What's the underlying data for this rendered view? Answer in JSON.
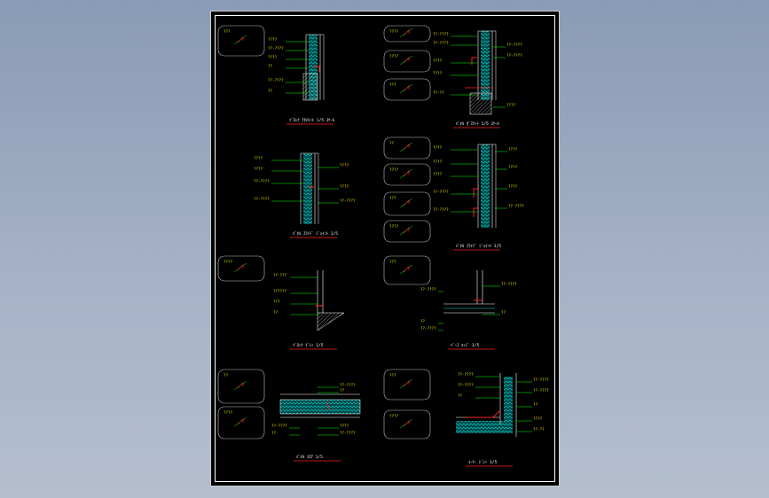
{
  "sheet": {
    "background": "#000000",
    "frame_color": "#ffffff"
  },
  "colors": {
    "insulation": "#00d8d8",
    "wall_line": "#ffffff",
    "leader": "#00ff00",
    "label": "#e8e800",
    "sealant": "#ff2020",
    "caption_underline": "#ff2020",
    "key_box": "#c0c0c0"
  },
  "captions": [
    "ﾌﾞﾛｯｸ ｱﾀﾁﾒﾝﾄ 1/5 ｽｹｰﾙ",
    "ﾊﾟﾈﾙ ｶﾞｽｹｯﾄ 1/5 ｽｹｰﾙ",
    "ﾊﾟﾈﾙ ｽﾗｲﾄﾞ ｼﾞｮｲﾝﾄ 1/5",
    "ﾊﾟﾈﾙ ｽﾗｲﾄﾞ ｼﾞｮｲﾝﾄ 1/5",
    "ﾌﾞﾛｯｸ ﾄﾞﾚﾝ 1/5",
    "ﾍﾞｰｽ ｴｯｼﾞ 1/5",
    "ﾊﾟﾈﾙ ﾌﾛｱ 1/5",
    "ｺｰﾅｰ ﾄﾞﾚﾝ 1/5"
  ],
  "labels": {
    "d1": [
      "????",
      "??-????",
      "????",
      "??",
      "??-????",
      "??"
    ],
    "d2": [
      "??-????",
      "??-????",
      "????",
      "????",
      "??-??",
      "??"
    ],
    "d3": [
      "????",
      "????",
      "??-????",
      "??-????",
      "??-??"
    ],
    "d4": [
      "????",
      "????",
      "????",
      "??-????",
      "??-????",
      "??-??"
    ],
    "d5": [
      "??-???",
      "??????",
      "???",
      "??"
    ],
    "d6": [
      "??-????",
      "??",
      "??-????",
      "??",
      "???"
    ],
    "d7": [
      "??-????",
      "??",
      "????",
      "??-????",
      "????"
    ],
    "d8": [
      "??-????",
      "??-????",
      "??",
      "????",
      "??-??",
      "??"
    ],
    "keys": [
      "???",
      "????",
      "????",
      "???",
      "??",
      "????"
    ]
  }
}
